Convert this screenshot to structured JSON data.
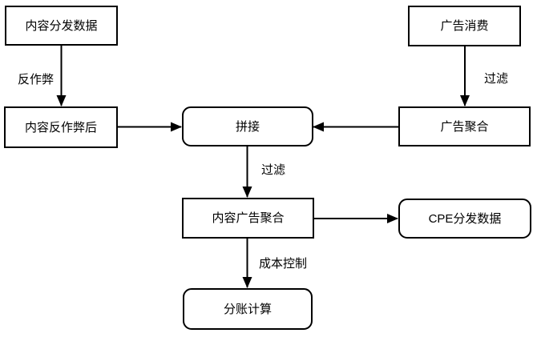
{
  "diagram": {
    "background_color": "#ffffff",
    "stroke_color": "#000000",
    "text_color": "#000000",
    "nodes": [
      {
        "id": "content-distribution-data",
        "label": "内容分发数据",
        "shape": "rect"
      },
      {
        "id": "ad-consumption",
        "label": "广告消费",
        "shape": "rect"
      },
      {
        "id": "content-after-anticheat",
        "label": "内容反作弊后",
        "shape": "rect"
      },
      {
        "id": "splice",
        "label": "拼接",
        "shape": "rounded"
      },
      {
        "id": "ad-aggregation",
        "label": "广告聚合",
        "shape": "rect"
      },
      {
        "id": "content-ad-aggregation",
        "label": "内容广告聚合",
        "shape": "rect"
      },
      {
        "id": "cpe-distribution-data",
        "label": "CPE分发数据",
        "shape": "rounded"
      },
      {
        "id": "ledger-calculation",
        "label": "分账计算",
        "shape": "rounded"
      }
    ],
    "edges": [
      {
        "from": "content-distribution-data",
        "to": "content-after-anticheat",
        "label": "反作弊"
      },
      {
        "from": "ad-consumption",
        "to": "ad-aggregation",
        "label": "过滤"
      },
      {
        "from": "content-after-anticheat",
        "to": "splice",
        "label": ""
      },
      {
        "from": "ad-aggregation",
        "to": "splice",
        "label": ""
      },
      {
        "from": "splice",
        "to": "content-ad-aggregation",
        "label": "过滤"
      },
      {
        "from": "content-ad-aggregation",
        "to": "cpe-distribution-data",
        "label": ""
      },
      {
        "from": "content-ad-aggregation",
        "to": "ledger-calculation",
        "label": "成本控制"
      }
    ]
  }
}
